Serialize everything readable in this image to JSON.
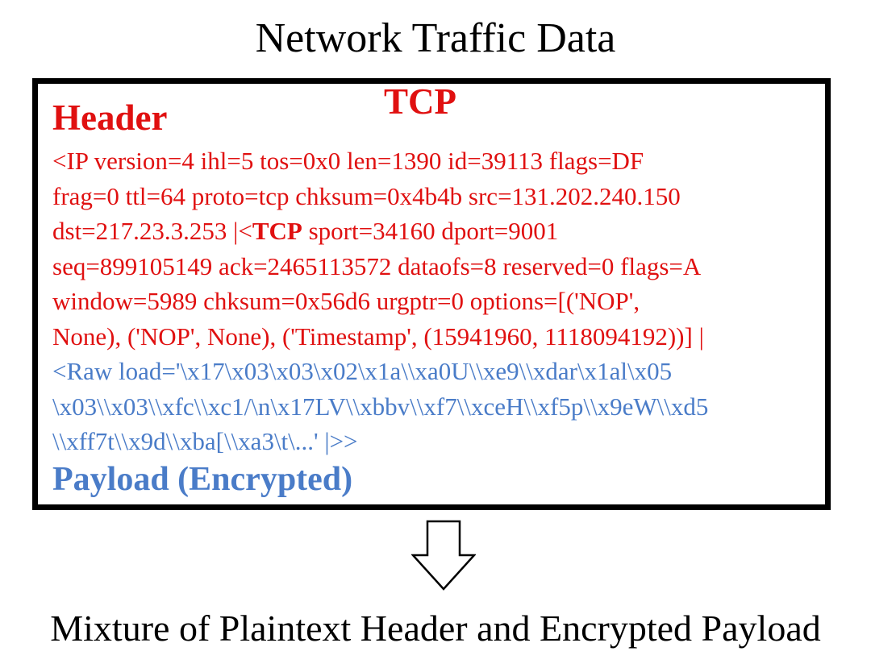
{
  "title": "Network Traffic Data",
  "tcp_label": "TCP",
  "header_label": "Header",
  "header_lines": [
    "<IP  version=4 ihl=5 tos=0x0 len=1390 id=39113 flags=DF",
    "frag=0 ttl=64 proto=tcp chksum=0x4b4b src=131.202.240.150",
    "seq=899105149 ack=2465113572 dataofs=8 reserved=0 flags=A",
    "window=5989 chksum=0x56d6 urgptr=0 options=[('NOP',",
    "None), ('NOP', None), ('Timestamp', (15941960, 1118094192))] |"
  ],
  "header_line3": {
    "prefix": "dst=217.23.3.253 |<",
    "tcp": "TCP",
    "suffix": "  sport=34160 dport=9001"
  },
  "payload_lines": [
    "<Raw  load='\\x17\\x03\\x03\\x02\\x1a\\\\xa0U\\\\xe9\\\\xdar\\x1al\\x05",
    "\\x03\\\\x03\\\\xfc\\\\xc1/\\n\\x17LV\\\\xbbv\\\\xf7\\\\xceH\\\\xf5p\\\\x9eW\\\\xd5",
    "\\\\xff7t\\\\x9d\\\\xba[\\\\xa3\\t\\...' |>>"
  ],
  "payload_label": "Payload (Encrypted)",
  "arrow_icon": "down-arrow-icon",
  "caption": "Mixture of Plaintext Header and Encrypted Payload",
  "colors": {
    "header": "#e01010",
    "payload": "#4a7cc8",
    "border": "#000000",
    "text": "#000000"
  }
}
